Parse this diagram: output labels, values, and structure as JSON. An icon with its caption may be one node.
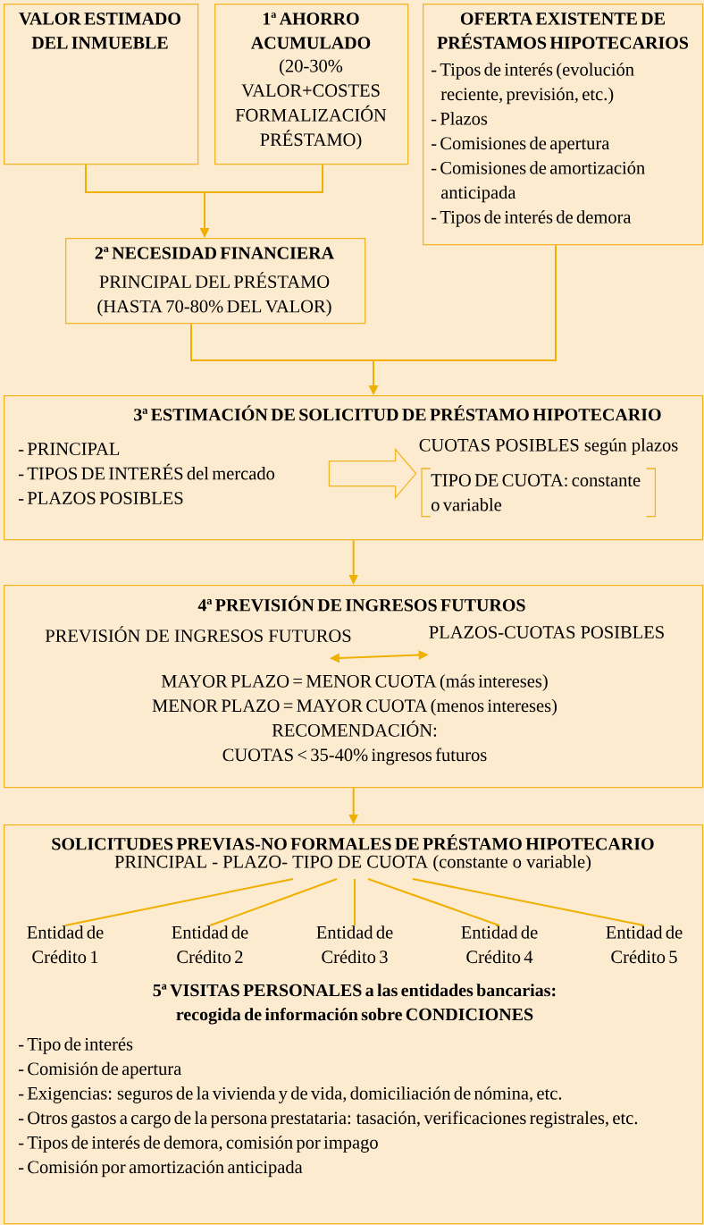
{
  "diagram": {
    "nodes": [
      {
        "text": [
          "VALOR ESTIMADO DEL INMUEBLE"
        ]
      },
      {
        "text": [
          "1ª AHORRO ACUMULADO",
          "(20-30% VALOR+COSTES FORMALIZACIÓN PRÉSTAMO)"
        ]
      },
      {
        "text": [
          "OFERTA EXISTENTE DE PRÉSTAMOS HIPOTECARIOS",
          "- Tipos de interés (evolución reciente, previsión, etc.)",
          "- Plazos",
          "- Comisiones de apertura",
          "- Comisiones de amortización anticipada",
          "- Tipos de interés de demora"
        ]
      },
      {
        "text": [
          "2ª NECESIDAD FINANCIERA",
          "PRINCIPAL DEL PRÉSTAMO (HASTA 70-80% DEL VALOR)"
        ]
      },
      {
        "text": [
          "3ª ESTIMACIÓN DE SOLICITUD DE PRÉSTAMO HIPOTECARIO"
        ]
      },
      {
        "text": [
          "- PRINCIPAL",
          "- TIPOS DE INTERÉS del mercado",
          "- PLAZOS POSIBLES"
        ],
        "in": 4
      },
      {
        "text": [
          "CUOTAS POSIBLES según plazos"
        ],
        "in": 4
      },
      {
        "text": [
          "TIPO DE CUOTA: constante o variable"
        ],
        "in": 4
      },
      {
        "text": [
          "4ª PREVISIÓN DE INGRESOS FUTUROS",
          "MAYOR PLAZO = MENOR CUOTA (más intereses)",
          "MENOR PLAZO = MAYOR CUOTA (menos intereses)",
          "RECOMENDACIÓN:",
          "CUOTAS < 35-40% ingresos futuros"
        ]
      },
      {
        "text": [
          "PREVISIÓN DE INGRESOS FUTUROS"
        ],
        "in": 8
      },
      {
        "text": [
          "PLAZOS-CUOTAS POSIBLES"
        ],
        "in": 8
      },
      {
        "text": [
          "SOLICITUDES PREVIAS-NO FORMALES DE PRÉSTAMO HIPOTECARIO",
          "5ª VISITAS PERSONALES a las entidades bancarias: recogida de información sobre CONDICIONES",
          "- Tipo de interés",
          "- Comisión de apertura",
          "- Exigencias: seguros de la vivienda y de vida, domiciliación de nómina, etc.",
          "- Otros gastos a cargo de la persona prestataria: tasación, verificaciones registrales, etc.",
          "- Tipos de interés de demora, comisión por impago",
          "- Comisión por amortización anticipada"
        ]
      },
      {
        "text": [
          "PRINCIPAL - PLAZO- TIPO DE CUOTA (constante o variable)"
        ],
        "in": 11
      },
      {
        "text": [
          "Entidad de Crédito 1"
        ],
        "in": 11
      },
      {
        "text": [
          "Entidad de Crédito 2"
        ],
        "in": 11
      },
      {
        "text": [
          "Entidad de Crédito 3"
        ],
        "in": 11
      },
      {
        "text": [
          "Entidad de Crédito 4"
        ],
        "in": 11
      },
      {
        "text": [
          "Entidad de Crédito 5"
        ],
        "in": 11
      }
    ],
    "edges": [
      {
        "from": 0,
        "to": 3,
        "arrow": "to"
      },
      {
        "from": 1,
        "to": 3,
        "arrow": "to"
      },
      {
        "from": 2,
        "to": 4,
        "arrow": "to"
      },
      {
        "from": 3,
        "to": 4,
        "arrow": "to"
      },
      {
        "from": 5,
        "to": 6,
        "arrow": "to"
      },
      {
        "from": 4,
        "to": 8,
        "arrow": "to"
      },
      {
        "from": 9,
        "to": 10,
        "arrow": "both"
      },
      {
        "from": 8,
        "to": 11,
        "arrow": "to"
      },
      {
        "from": 12,
        "to": 13,
        "arrow": "none"
      },
      {
        "from": 12,
        "to": 14,
        "arrow": "none"
      },
      {
        "from": 12,
        "to": 15,
        "arrow": "none"
      },
      {
        "from": 12,
        "to": 16,
        "arrow": "none"
      },
      {
        "from": 12,
        "to": 17,
        "arrow": "none"
      }
    ]
  }
}
